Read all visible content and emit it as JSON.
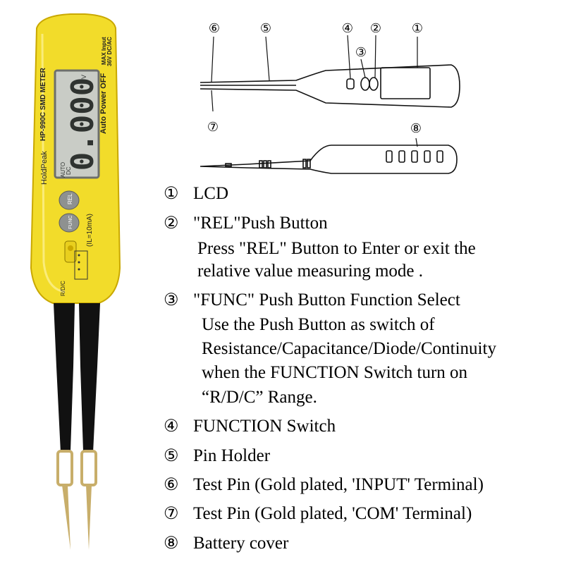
{
  "device": {
    "brand": "HoldPeak",
    "model": "HP-990C SMD METER",
    "max_input": "MAX Input",
    "max_input_value": "36V DC/AC",
    "auto_power": "Auto Power OFF",
    "lcd_digits": "0.000",
    "lcd_auto": "AUTO",
    "lcd_dc": "DC",
    "lcd_unit": "V",
    "rel_label": "REL",
    "func_label": "FUNC",
    "il_label": "(IL=10mA)",
    "rdc_label": "R/D/C"
  },
  "callouts": [
    "⑥",
    "⑤",
    "④",
    "③",
    "②",
    "①",
    "⑦",
    "⑧"
  ],
  "legend": [
    {
      "num": "①",
      "text": "LCD"
    },
    {
      "num": "②",
      "text": "\"REL\"Push Button"
    },
    {
      "num": "③",
      "text": "\"FUNC\" Push Button Function Select"
    },
    {
      "num": "④",
      "text": "FUNCTION Switch"
    },
    {
      "num": "⑤",
      "text": "Pin Holder"
    },
    {
      "num": "⑥",
      "text": "Test Pin (Gold plated, 'INPUT' Terminal)"
    },
    {
      "num": "⑦",
      "text": "Test Pin (Gold plated, 'COM' Terminal)"
    },
    {
      "num": "⑧",
      "text": "Battery cover"
    }
  ],
  "descriptions": {
    "rel_line1": "Press \"REL\" Button to Enter or exit the",
    "rel_line2": "relative value measuring mode .",
    "func_line1": "Use the Push Button as switch of",
    "func_line2": "Resistance/Capacitance/Diode/Continuity",
    "func_line3": "when the FUNCTION Switch turn on",
    "func_line4": "“R/D/C” Range."
  },
  "colors": {
    "body": "#f2dc2a",
    "body_edge": "#c9a800",
    "lcd": "#c9ccc6",
    "lcd_text": "#2f3330",
    "button": "#8e9190",
    "tip": "#111111",
    "gold": "#c8ae6a"
  }
}
